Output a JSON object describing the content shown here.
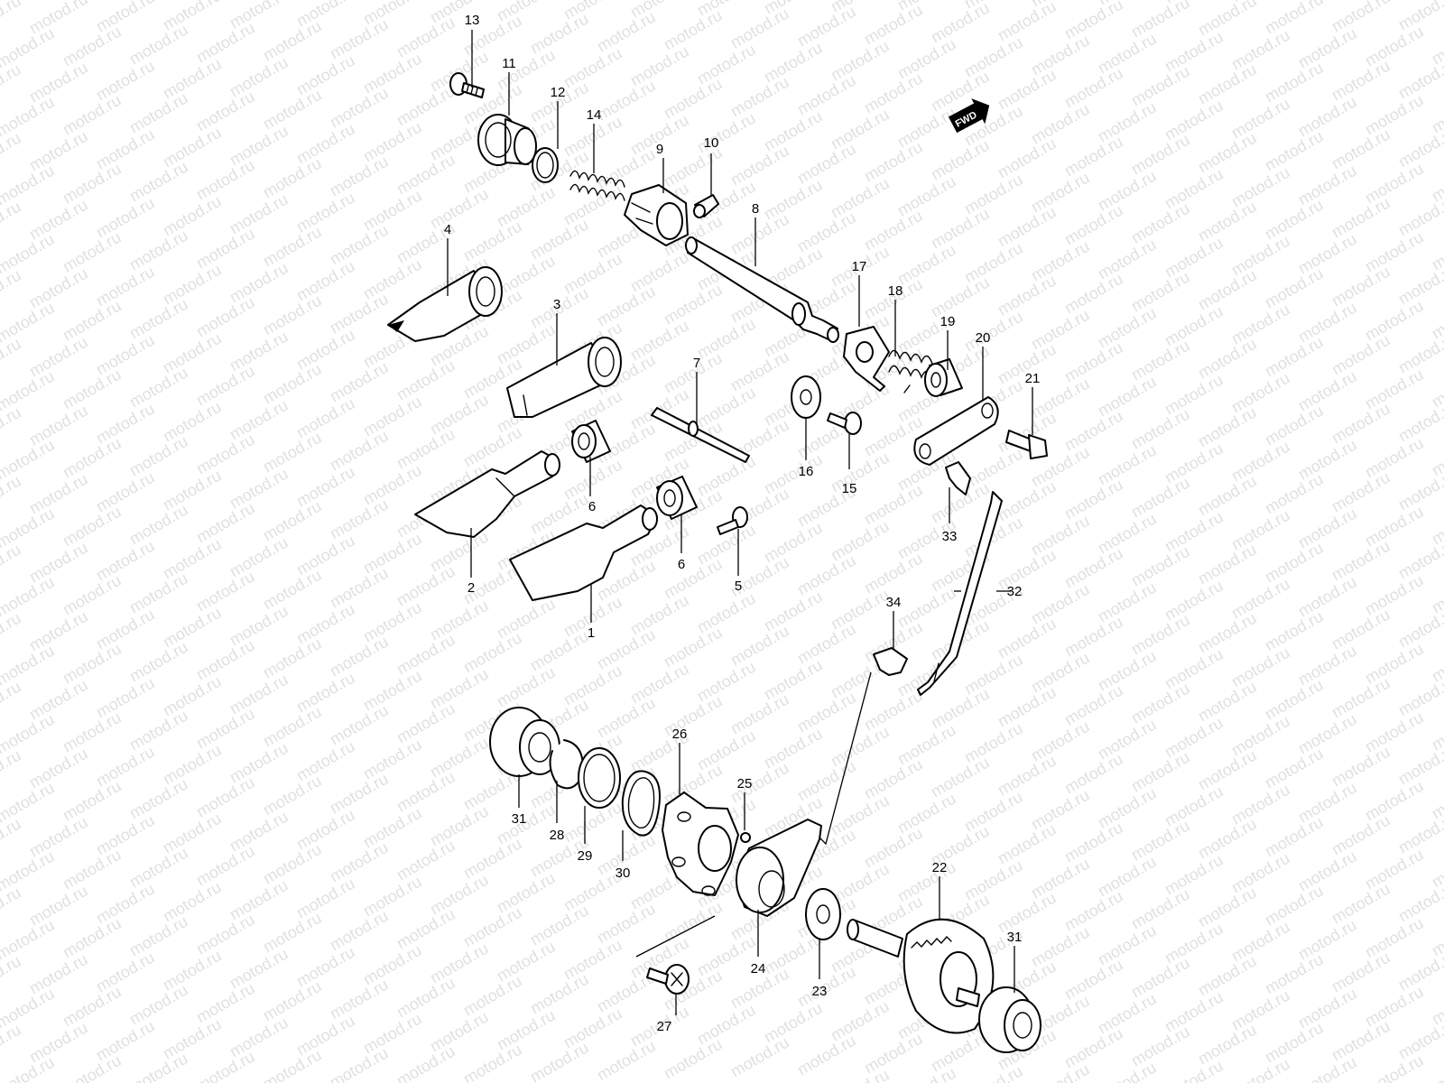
{
  "watermark": {
    "text": "motod.ru"
  },
  "direction_badge": {
    "text": "FWD"
  },
  "callouts": {
    "c1": "1",
    "c2": "2",
    "c3": "3",
    "c4": "4",
    "c5": "5",
    "c6a": "6",
    "c6b": "6",
    "c7": "7",
    "c8": "8",
    "c9": "9",
    "c10": "10",
    "c11": "11",
    "c12": "12",
    "c13": "13",
    "c14": "14",
    "c15": "15",
    "c16": "16",
    "c17": "17",
    "c18": "18",
    "c19": "19",
    "c20": "20",
    "c21": "21",
    "c22": "22",
    "c23": "23",
    "c24": "24",
    "c25": "25",
    "c26": "26",
    "c27": "27",
    "c28": "28",
    "c29": "29",
    "c30": "30",
    "c31a": "31",
    "c31b": "31",
    "c32": "32",
    "c33": "33",
    "c34": "34"
  },
  "colors": {
    "line": "#000000",
    "watermark": "#c8c8c8",
    "background": "#ffffff"
  }
}
